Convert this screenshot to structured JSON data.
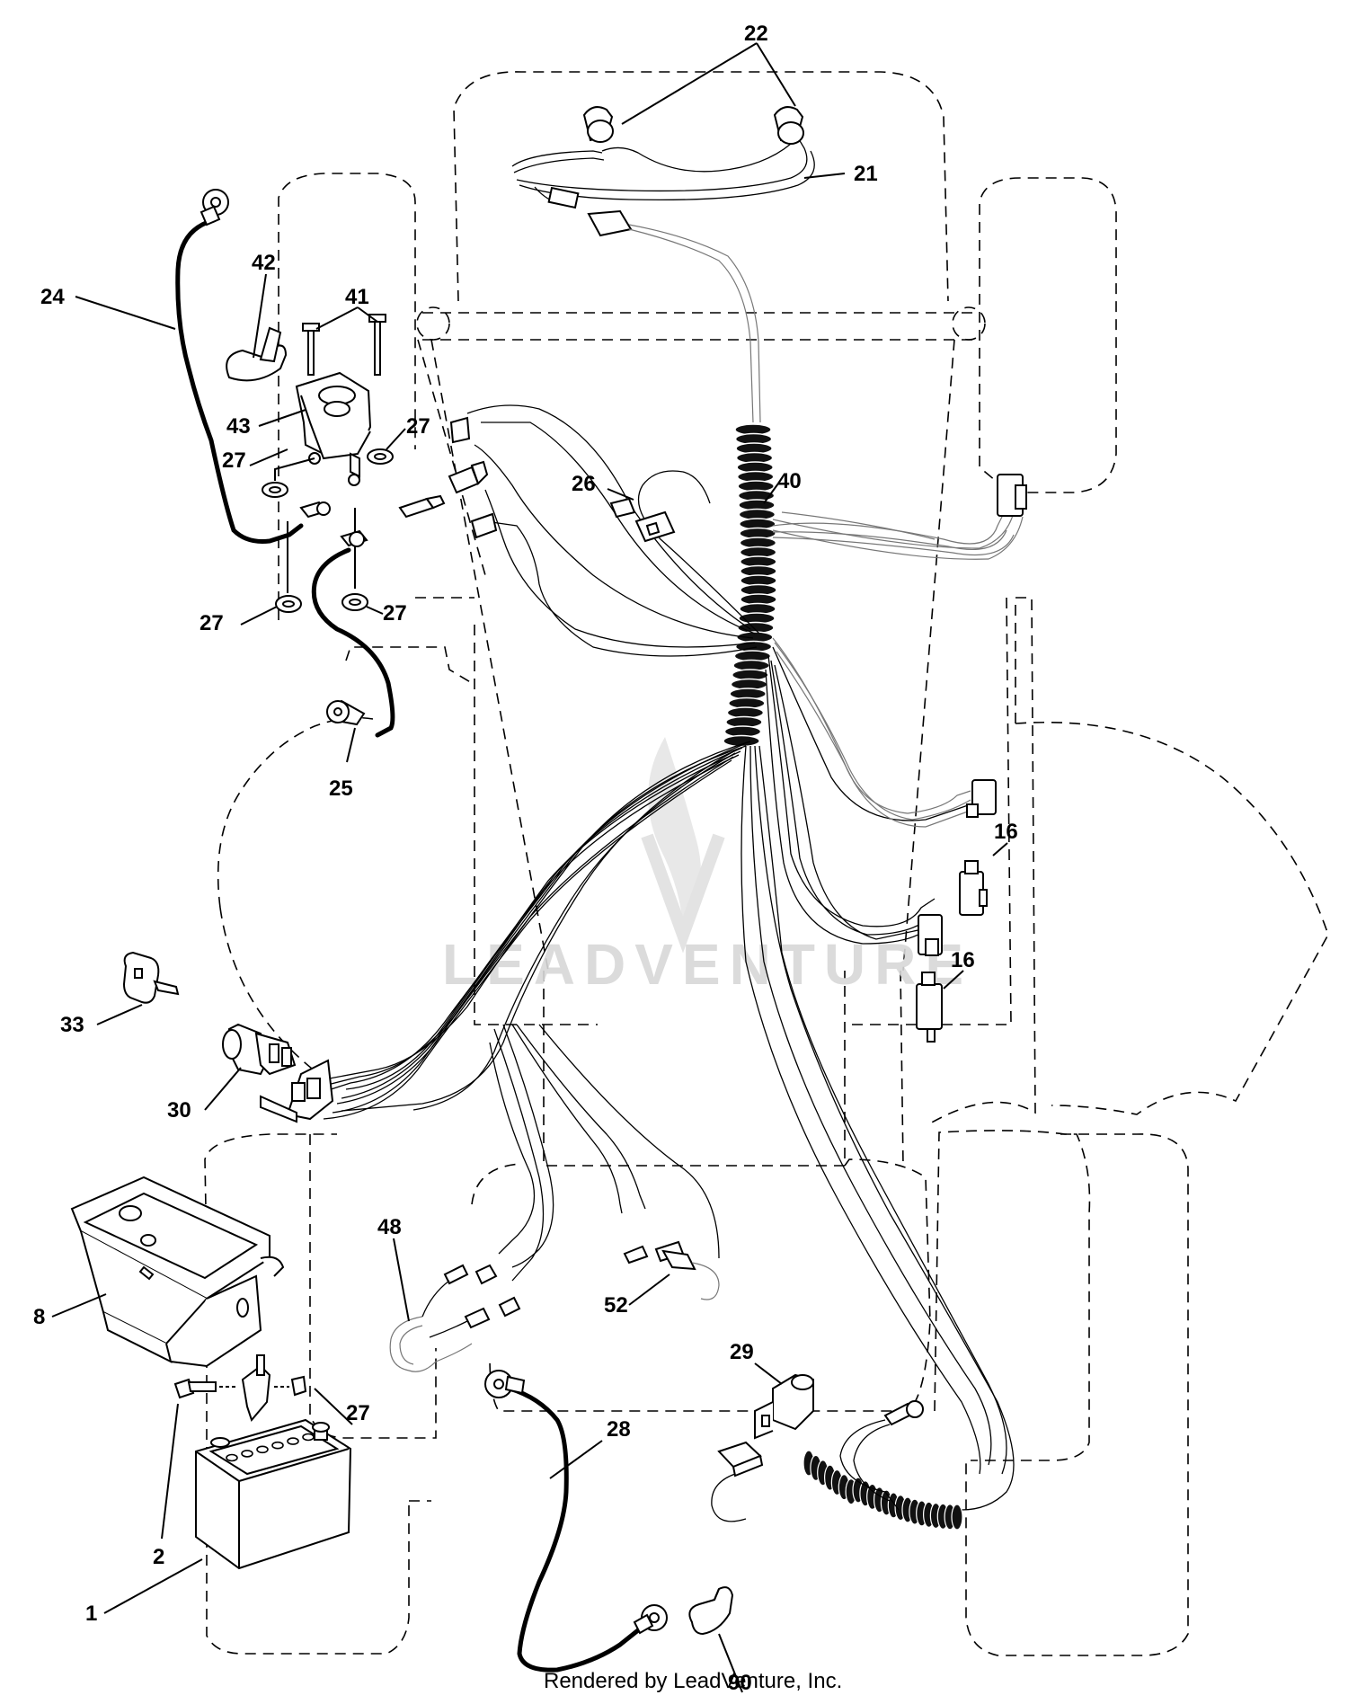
{
  "diagram": {
    "footer": "Rendered by LeadVenture, Inc.",
    "watermark": "LEADVENTURE",
    "colors": {
      "line": "#000000",
      "background": "#ffffff",
      "watermark": "#d8d8d8"
    },
    "callouts": [
      {
        "id": "c22",
        "text": "22"
      },
      {
        "id": "c21",
        "text": "21"
      },
      {
        "id": "c24",
        "text": "24"
      },
      {
        "id": "c42",
        "text": "42"
      },
      {
        "id": "c41",
        "text": "41"
      },
      {
        "id": "c43",
        "text": "43"
      },
      {
        "id": "c27a",
        "text": "27"
      },
      {
        "id": "c27b",
        "text": "27"
      },
      {
        "id": "c26",
        "text": "26"
      },
      {
        "id": "c40",
        "text": "40"
      },
      {
        "id": "c27c",
        "text": "27"
      },
      {
        "id": "c27d",
        "text": "27"
      },
      {
        "id": "c25",
        "text": "25"
      },
      {
        "id": "c16a",
        "text": "16"
      },
      {
        "id": "c16b",
        "text": "16"
      },
      {
        "id": "c33",
        "text": "33"
      },
      {
        "id": "c30",
        "text": "30"
      },
      {
        "id": "c48",
        "text": "48"
      },
      {
        "id": "c8",
        "text": "8"
      },
      {
        "id": "c52",
        "text": "52"
      },
      {
        "id": "c29",
        "text": "29"
      },
      {
        "id": "c27e",
        "text": "27"
      },
      {
        "id": "c28",
        "text": "28"
      },
      {
        "id": "c2",
        "text": "2"
      },
      {
        "id": "c1",
        "text": "1"
      },
      {
        "id": "c90",
        "text": "90"
      }
    ]
  }
}
